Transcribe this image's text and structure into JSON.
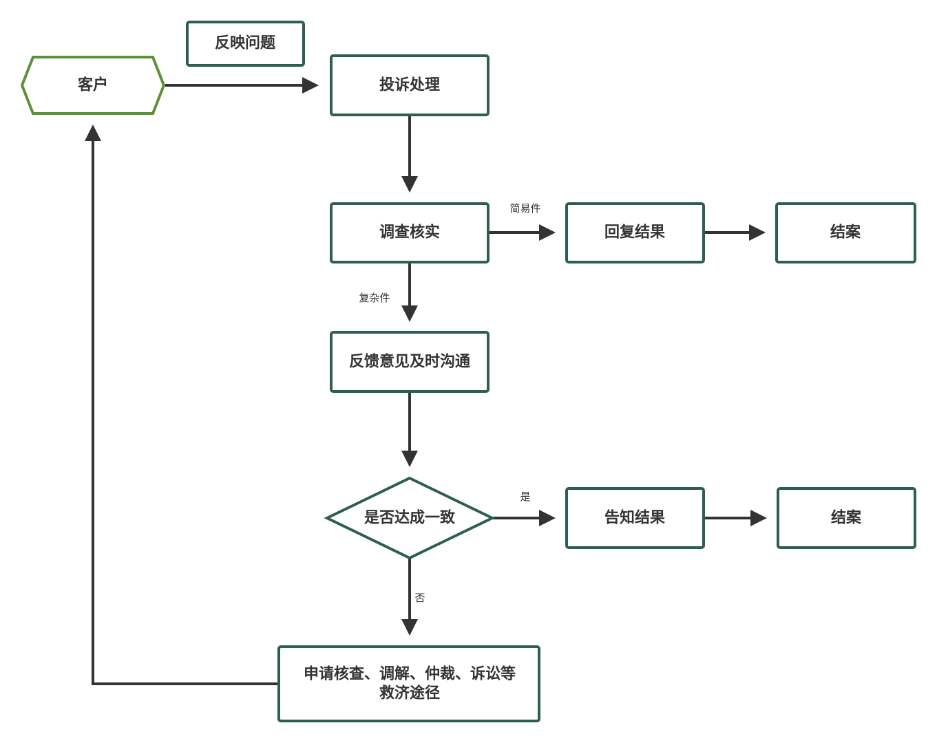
{
  "colors": {
    "box_border": "#2d5f4e",
    "start_border": "#5e9136",
    "edge": "#333333",
    "text": "#333333",
    "background": "#ffffff"
  },
  "nodes": {
    "customer": "客户",
    "report_issue": "反映问题",
    "complaint_handling": "投诉处理",
    "investigate_verify": "调查核实",
    "reply_result": "回复结果",
    "close_case_1": "结案",
    "feedback_communicate": "反馈意见及时沟通",
    "agreement_reached": "是否达成一致",
    "notify_result": "告知结果",
    "close_case_2": "结案",
    "remedy_line1": "申请核查、调解、仲裁、诉讼等",
    "remedy_line2": "救济途径"
  },
  "edge_labels": {
    "simple_case": "简易件",
    "complex_case": "复杂件",
    "yes": "是",
    "no": "否"
  }
}
